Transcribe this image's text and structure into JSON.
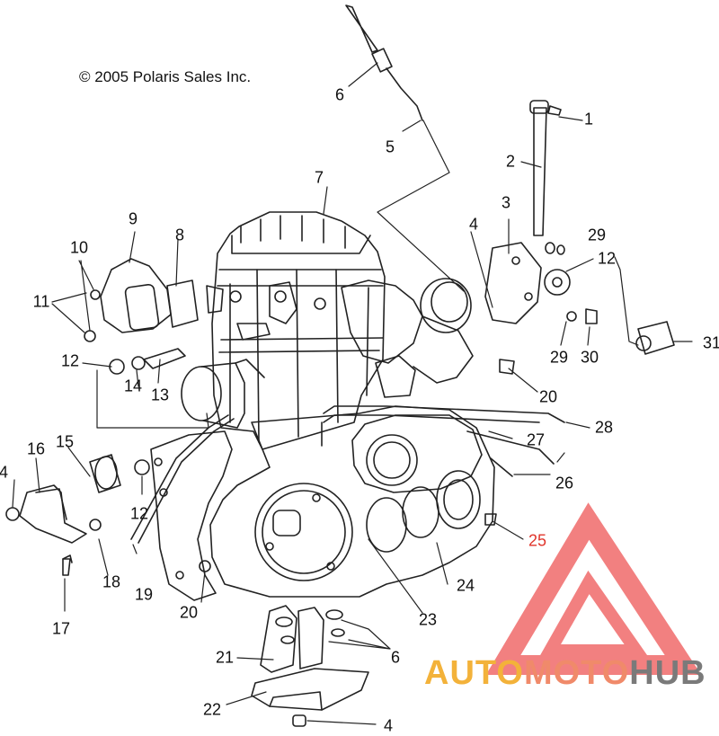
{
  "copyright": "© 2005 Polaris Sales Inc.",
  "watermark": {
    "part1": "AUTO",
    "part2": "MOTO",
    "part3": "HUB"
  },
  "colors": {
    "line": "#222222",
    "callout_red": "#e0352b",
    "logo_red": "#f06a6a",
    "wm_yellow": "#f3b23a",
    "wm_grey": "#7a7a7a"
  },
  "callouts": [
    {
      "id": "c1",
      "label": "1"
    },
    {
      "id": "c2",
      "label": "2"
    },
    {
      "id": "c3",
      "label": "3"
    },
    {
      "id": "c4a",
      "label": "4"
    },
    {
      "id": "c4b",
      "label": "4"
    },
    {
      "id": "c4c",
      "label": "4"
    },
    {
      "id": "c5",
      "label": "5"
    },
    {
      "id": "c6a",
      "label": "6"
    },
    {
      "id": "c6b",
      "label": "6"
    },
    {
      "id": "c7",
      "label": "7"
    },
    {
      "id": "c8",
      "label": "8"
    },
    {
      "id": "c9",
      "label": "9"
    },
    {
      "id": "c10",
      "label": "10"
    },
    {
      "id": "c11",
      "label": "11"
    },
    {
      "id": "c12a",
      "label": "12"
    },
    {
      "id": "c12b",
      "label": "12"
    },
    {
      "id": "c12c",
      "label": "12"
    },
    {
      "id": "c13",
      "label": "13"
    },
    {
      "id": "c14",
      "label": "14"
    },
    {
      "id": "c15",
      "label": "15"
    },
    {
      "id": "c16",
      "label": "16"
    },
    {
      "id": "c17",
      "label": "17"
    },
    {
      "id": "c18",
      "label": "18"
    },
    {
      "id": "c19",
      "label": "19"
    },
    {
      "id": "c20a",
      "label": "20"
    },
    {
      "id": "c20b",
      "label": "20"
    },
    {
      "id": "c21",
      "label": "21"
    },
    {
      "id": "c22",
      "label": "22"
    },
    {
      "id": "c23",
      "label": "23"
    },
    {
      "id": "c24",
      "label": "24"
    },
    {
      "id": "c25",
      "label": "25",
      "red": true
    },
    {
      "id": "c26",
      "label": "26"
    },
    {
      "id": "c27",
      "label": "27"
    },
    {
      "id": "c28",
      "label": "28"
    },
    {
      "id": "c29a",
      "label": "29"
    },
    {
      "id": "c29b",
      "label": "29"
    },
    {
      "id": "c30",
      "label": "30"
    },
    {
      "id": "c31",
      "label": "31"
    }
  ]
}
